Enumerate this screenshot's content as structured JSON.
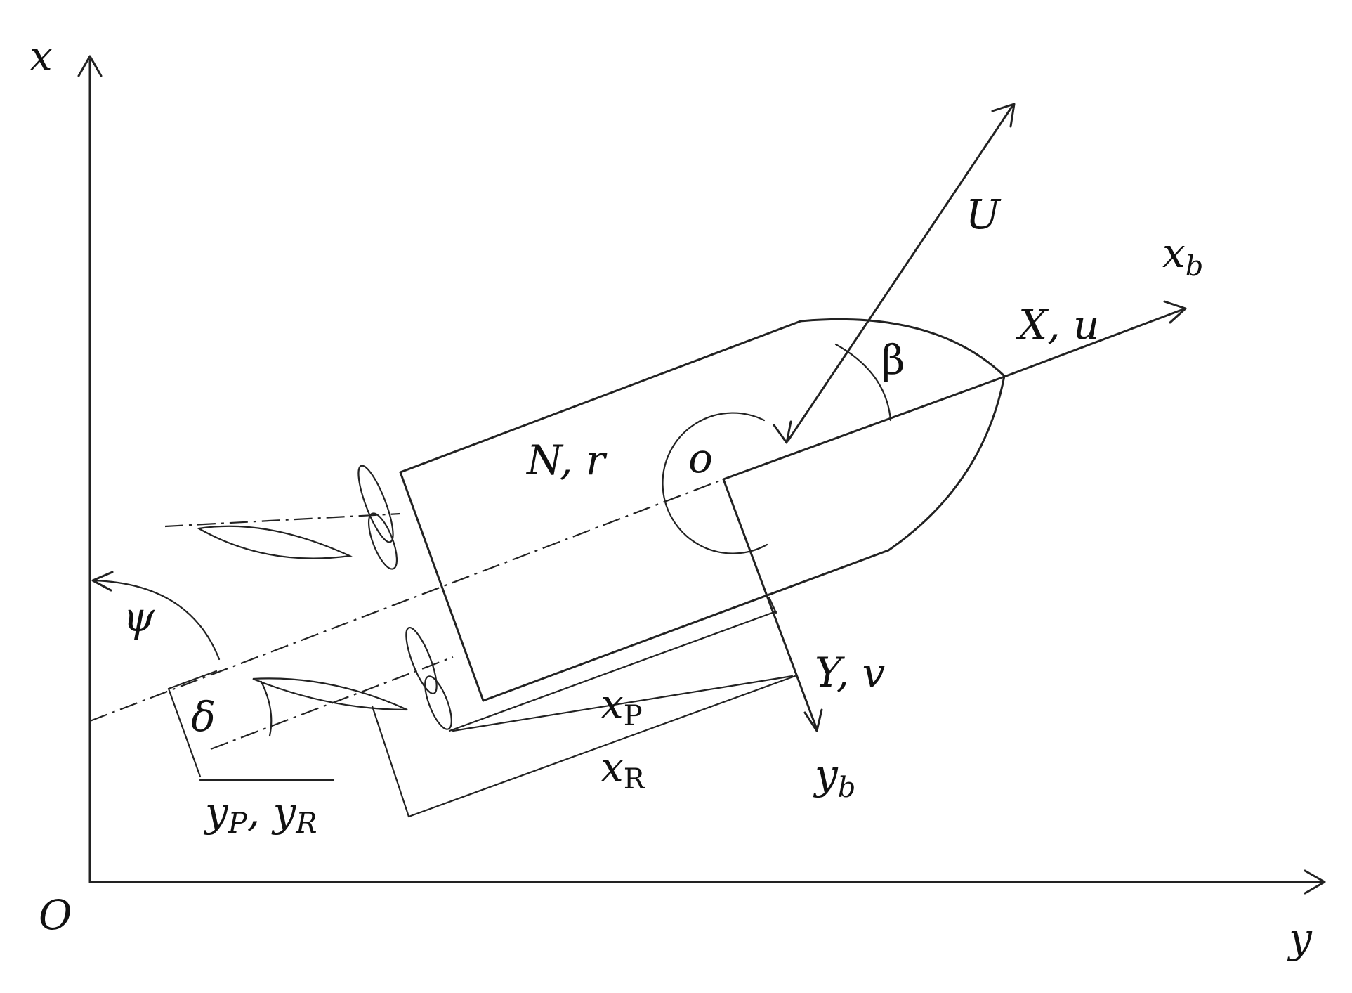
{
  "labels": {
    "global_x": "x",
    "global_y": "y",
    "origin": "O",
    "velocity": "U",
    "body_x_main": "x",
    "body_x_sub": "b",
    "surge": "X, u",
    "drift_angle": "β",
    "yaw": "N, r",
    "body_origin": "o",
    "heading": "ψ",
    "rudder_angle": "δ",
    "sway": "Y, v",
    "body_y_main": "y",
    "body_y_sub": "b",
    "xp_main": "x",
    "xp_sub": "P",
    "xr_main": "x",
    "xr_sub": "R",
    "yp_main": "y",
    "yp_sub": "P",
    "sep": ", ",
    "yr_main": "y",
    "yr_sub": "R"
  }
}
